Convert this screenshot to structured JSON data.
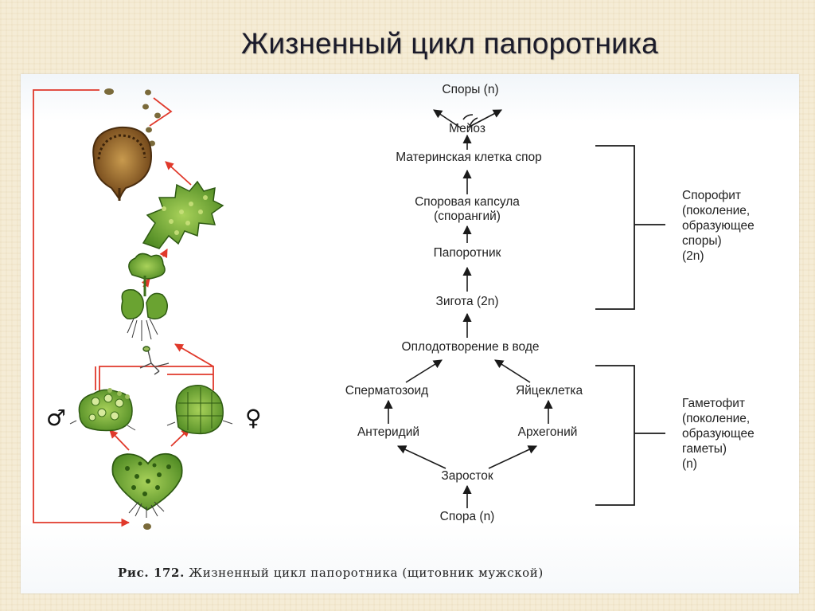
{
  "title": "Жизненный цикл папоротника",
  "flow": {
    "spores": "Споры (n)",
    "meiosis": "Мейоз",
    "mother_cell": "Материнская клетка спор",
    "capsule_line1": "Споровая капсула",
    "capsule_line2": "(спорангий)",
    "fern": "Папоротник",
    "zygote": "Зигота (2n)",
    "fertilization": "Оплодотворение в воде",
    "sperm": "Сперматозоид",
    "egg": "Яйцеклетка",
    "antheridium": "Антеридий",
    "archegonium": "Архегоний",
    "prothallus": "Заросток",
    "spore": "Спора (n)"
  },
  "brackets": {
    "sporophyte": [
      "Спорофит",
      "(поколение,",
      "образующее",
      "споры)",
      "(2n)"
    ],
    "gametophyte": [
      "Гаметофит",
      "(поколение,",
      "образующее",
      "гаметы)",
      "(n)"
    ]
  },
  "symbols": {
    "male": "♂",
    "female": "♀"
  },
  "caption": {
    "number": "Рис. 172.",
    "text": "Жизненный цикл папоротника (щитовник мужской)"
  },
  "colors": {
    "cycle_arrow": "#e0392b",
    "plant_green": "#5f9a2e",
    "sporangium_brown": "#8a5a22"
  }
}
